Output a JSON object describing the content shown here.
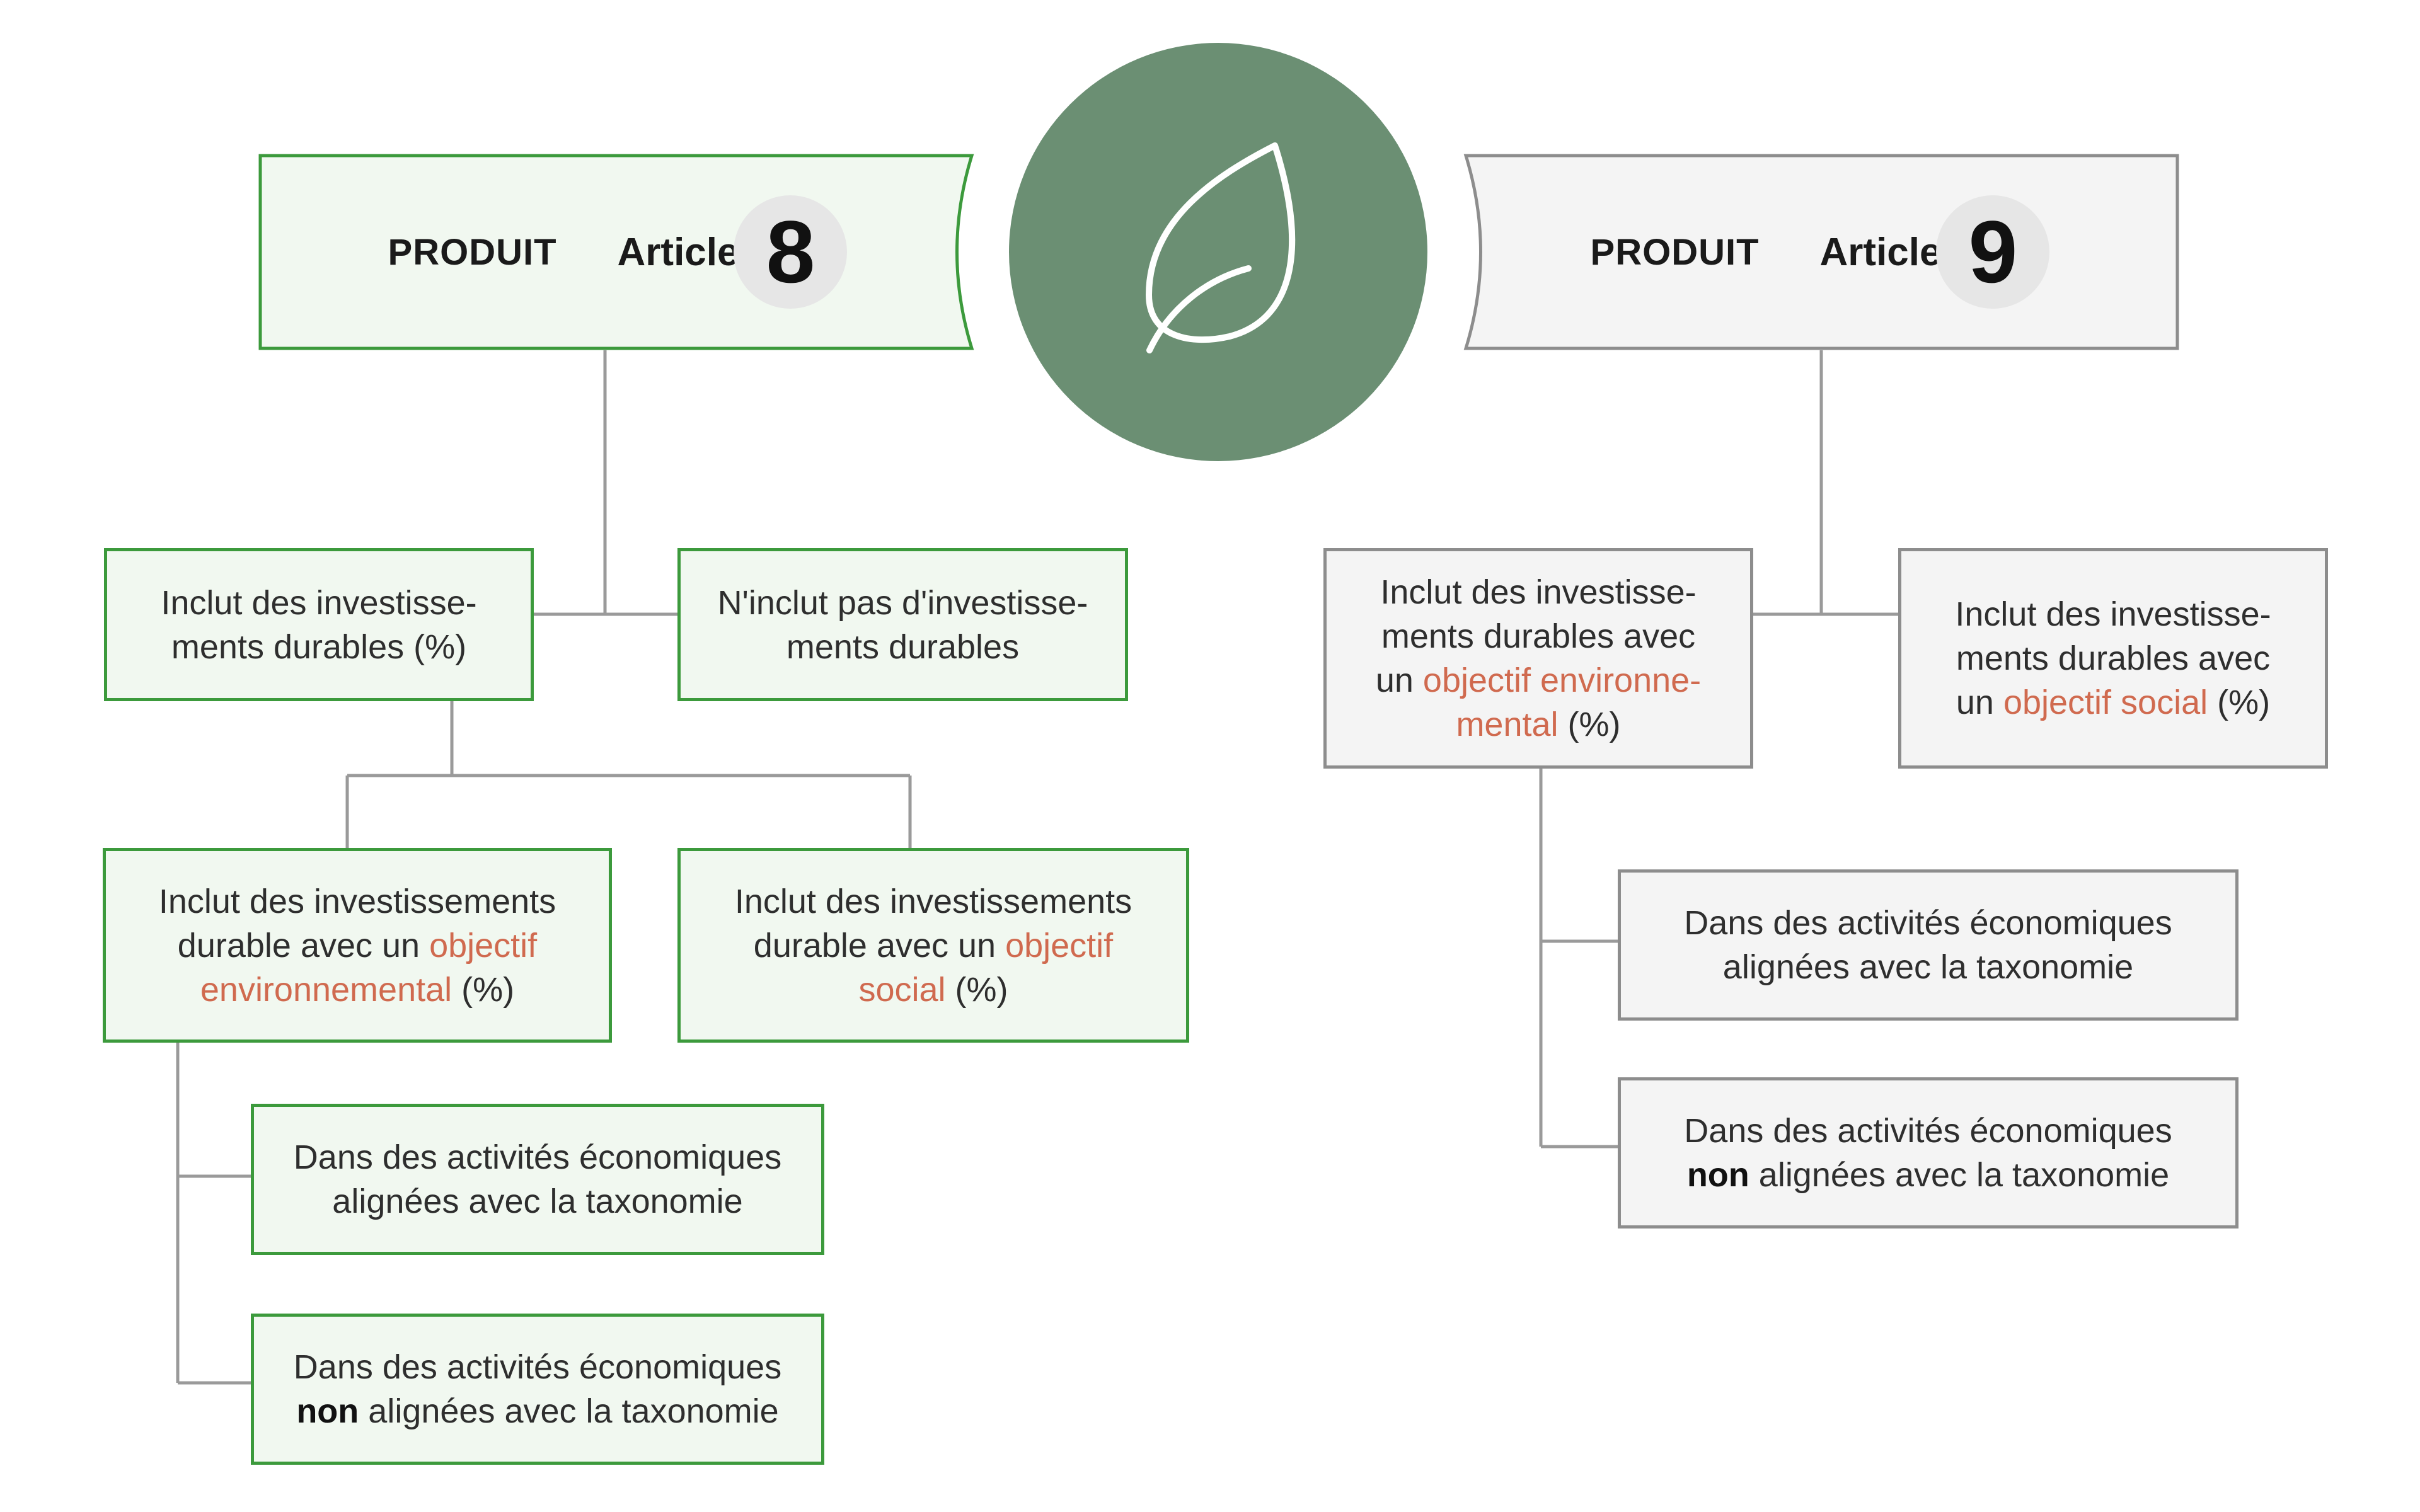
{
  "colors": {
    "green_border": "#3c9a3c",
    "green_fill": "#f1f8f0",
    "grey_border": "#8d8d8d",
    "grey_fill": "#f4f4f4",
    "highlight": "#d06a4f",
    "logo": "#6b8f73"
  },
  "left": {
    "product_label": "PRODUIT",
    "article_label": "Article",
    "article_number": "8",
    "box_sustainable": {
      "line1": "Inclut des investisse-",
      "line2": "ments durables (%)"
    },
    "box_not_sustainable": {
      "line1": "N'inclut pas d'investisse-",
      "line2": "ments durables"
    },
    "box_env": {
      "line1": "Inclut des investissements",
      "line2a": "durable avec un ",
      "line2b": "objectif",
      "line3a": "environnemental",
      "line3b": " (%)"
    },
    "box_social": {
      "line1": "Inclut des investissements",
      "line2a": "durable avec un ",
      "line2b": "objectif",
      "line3a": "social",
      "line3b": " (%)"
    },
    "box_aligned": {
      "line1": "Dans des activités économiques",
      "line2": "alignées avec la taxonomie"
    },
    "box_not_aligned": {
      "line1": "Dans des activités économiques",
      "line2a": "non",
      "line2b": " alignées avec la taxonomie"
    }
  },
  "right": {
    "product_label": "PRODUIT",
    "article_label": "Article",
    "article_number": "9",
    "box_env": {
      "line1": "Inclut des investisse-",
      "line2": "ments durables avec",
      "line3a": "un ",
      "line3b": "objectif environne-",
      "line4a": "mental",
      "line4b": " (%)"
    },
    "box_social": {
      "line1": "Inclut des investisse-",
      "line2": "ments durables avec",
      "line3a": "un ",
      "line3b": "objectif social",
      "line3c": " (%)"
    },
    "box_aligned": {
      "line1": "Dans des activités économiques",
      "line2": "alignées avec la taxonomie"
    },
    "box_not_aligned": {
      "line1": "Dans des activités économiques",
      "line2a": "non",
      "line2b": " alignées avec la taxonomie"
    }
  },
  "logo_icon": "leaf-icon"
}
